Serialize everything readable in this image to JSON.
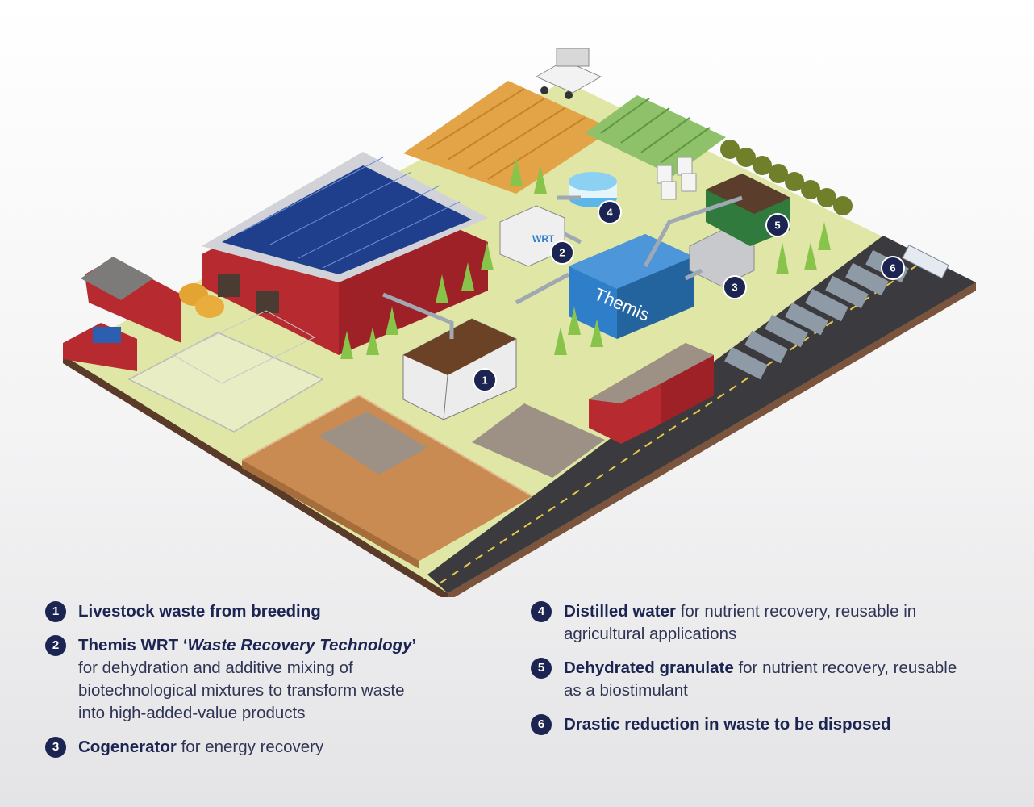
{
  "scene": {
    "container_logo": "Themis",
    "unit_logo": "WRT",
    "map_markers": [
      "1",
      "2",
      "3",
      "4",
      "5",
      "6"
    ]
  },
  "legend": {
    "items": [
      {
        "number": "1",
        "title": "Livestock waste from breeding",
        "desc": ""
      },
      {
        "number": "2",
        "title_prefix": "Themis WRT ‘",
        "title_italic": "Waste Recovery Technology",
        "title_suffix": "’",
        "desc": "for dehydration and additive mixing of biotechnological mixtures to transform waste into high-added-value products"
      },
      {
        "number": "3",
        "title": "Cogenerator",
        "desc": "for energy recovery"
      },
      {
        "number": "4",
        "title": "Distilled water",
        "desc": "for nutrient recovery, reusable in agricultural applications"
      },
      {
        "number": "5",
        "title": "Dehydrated granulate",
        "desc": "for nutrient recovery, reusable as a biostimulant"
      },
      {
        "number": "6",
        "title": "Drastic reduction in waste to be disposed",
        "desc": ""
      }
    ]
  },
  "colors": {
    "navy": "#1c2452",
    "ground": "#dfe6a6",
    "barn_red": "#b72a30",
    "container_blue": "#2f7ec9",
    "solar_blue": "#1f3f8c",
    "wheat": "#e3a447",
    "crop_green": "#8fc06a",
    "road": "#3b3b3f",
    "paddock": "#c98b52"
  }
}
